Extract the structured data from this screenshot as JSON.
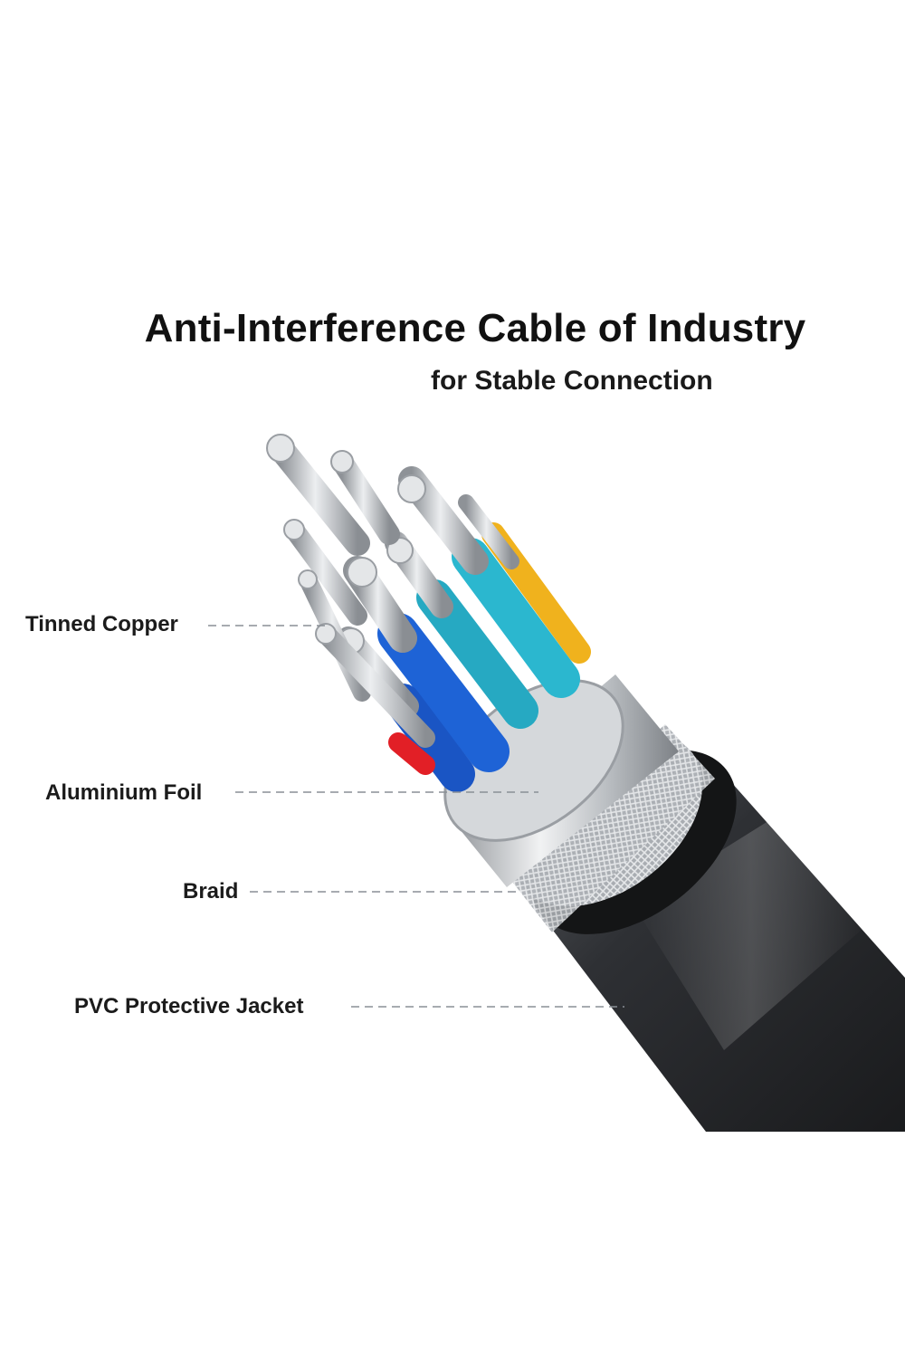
{
  "header": {
    "title": "Anti-Interference Cable of Industry",
    "subtitle": "for Stable Connection"
  },
  "labels": {
    "tinned_copper": "Tinned Copper",
    "aluminium_foil": "Aluminium Foil",
    "braid": "Braid",
    "pvc_jacket": "PVC Protective Jacket"
  },
  "colors": {
    "jacket": "#2b2d30",
    "braid": "#b9bcc0",
    "foil": "#c9ccd0",
    "wire_blue": "#1e63d6",
    "wire_cyan": "#2bb7cf",
    "wire_yellow": "#f0b21d",
    "wire_red": "#e21f26",
    "copper": "#c4c7ca",
    "leader_line": "#8a8f96"
  }
}
